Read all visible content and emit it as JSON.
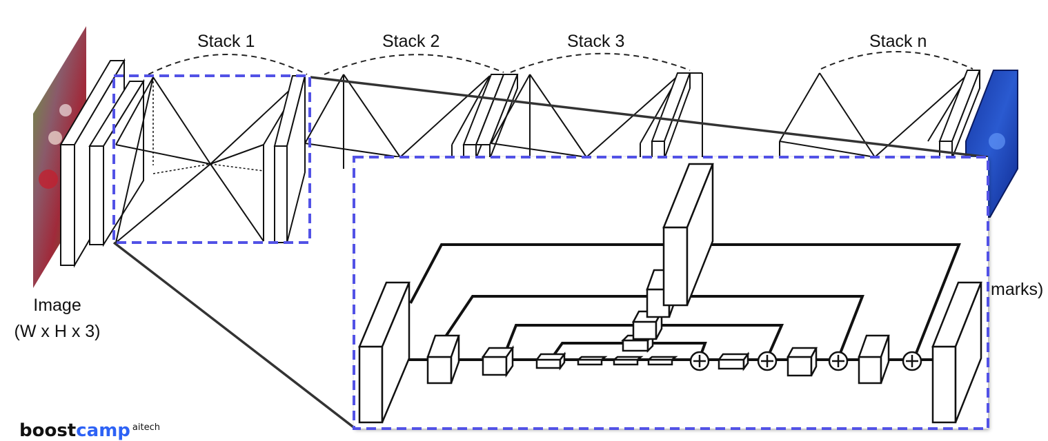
{
  "stacks": [
    "Stack 1",
    "Stack 2",
    "Stack 3",
    "Stack n"
  ],
  "input": {
    "line1": "Image",
    "line2": "(W x H x 3)"
  },
  "output_partial": "marks)",
  "brand": {
    "part1": "boost",
    "part2": "camp",
    "superscript": "aitech"
  },
  "colors": {
    "highlight": "#5252e6",
    "heatmap": "#1a3fb0",
    "photo": "#5a2a3a",
    "brand_blue": "#2d62f5"
  }
}
